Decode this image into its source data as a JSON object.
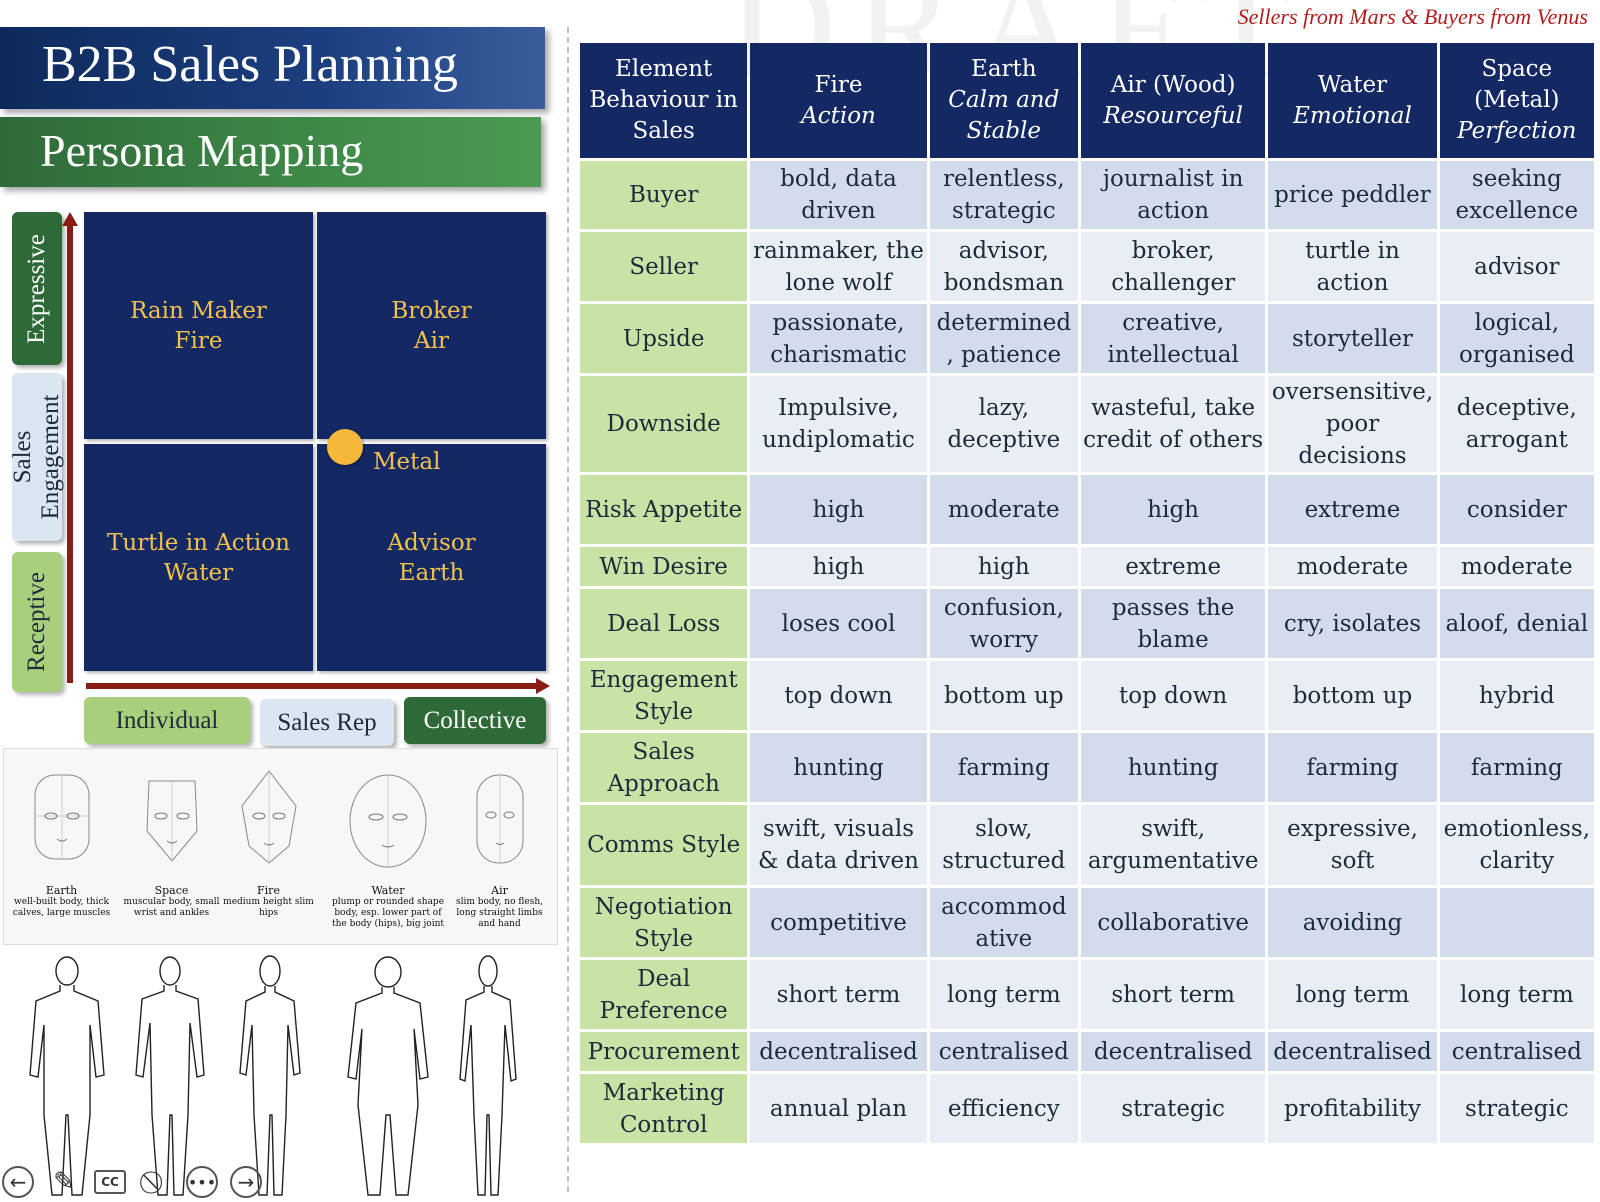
{
  "slide": {
    "title": "B2B Sales Planning",
    "subtitle": "Persona Mapping",
    "slogan": "Sellers from Mars & Buyers from Venus",
    "watermark": "DRAFT"
  },
  "matrix": {
    "vertical_labels": [
      "Expressive",
      "Sales Engagement",
      "Receptive"
    ],
    "horizontal_labels": [
      "Individual",
      "Sales Rep",
      "Collective"
    ],
    "quadrants": [
      {
        "name": "Rain Maker",
        "element": "Fire"
      },
      {
        "name": "Broker",
        "element": "Air"
      },
      {
        "name": "Turtle in Action",
        "element": "Water"
      },
      {
        "name": "Advisor",
        "element": "Earth"
      }
    ],
    "center_label": "Metal",
    "colors": {
      "quadrant": "#142864",
      "quadrant_text": "#f3c24a",
      "arrow": "#8a1c14",
      "dot": "#f6b83a"
    }
  },
  "body_types": [
    {
      "name": "Earth",
      "desc": "well-built body, thick calves, large muscles"
    },
    {
      "name": "Space",
      "desc": "muscular body, small wrist and ankles"
    },
    {
      "name": "Fire",
      "desc": "medium height slim hips"
    },
    {
      "name": "Water",
      "desc": "plump or rounded shape body, esp. lower part of the body (hips), big joint"
    },
    {
      "name": "Air",
      "desc": "slim body, no flesh, long straight limbs and hand"
    }
  ],
  "toolbar": {
    "icons": [
      "arrow-left-icon",
      "pen-icon",
      "captions-icon",
      "no-video-icon",
      "more-icon",
      "arrow-right-icon"
    ],
    "cc_label": "CC"
  },
  "table": {
    "corner_header": "Element Behaviour in Sales",
    "columns": [
      {
        "element": "Fire",
        "trait": "Action"
      },
      {
        "element": "Earth",
        "trait": "Calm and Stable"
      },
      {
        "element": "Air (Wood)",
        "trait": "Resourceful"
      },
      {
        "element": "Water",
        "trait": "Emotional"
      },
      {
        "element": "Space (Metal)",
        "trait": "Perfection"
      }
    ],
    "rows": [
      {
        "label": "Buyer",
        "cells": [
          "bold, data driven",
          "relentless, strategic",
          "journalist in action",
          "price peddler",
          "seeking excellence"
        ]
      },
      {
        "label": "Seller",
        "cells": [
          "rainmaker, the lone wolf",
          "advisor, bondsman",
          "broker, challenger",
          "turtle in action",
          "advisor"
        ]
      },
      {
        "label": "Upside",
        "cells": [
          "passionate, charismatic",
          "determined , patience",
          "creative, intellectual",
          "storyteller",
          "logical, organised"
        ]
      },
      {
        "label": "Downside",
        "cells": [
          "Impulsive, undiplomatic",
          "lazy, deceptive",
          "wasteful, take credit of others",
          "oversensitive, poor decisions",
          "deceptive, arrogant"
        ]
      },
      {
        "label": "Risk Appetite",
        "cells": [
          "high",
          "moderate",
          "high",
          "extreme",
          "consider"
        ]
      },
      {
        "label": "Win Desire",
        "cells": [
          "high",
          "high",
          "extreme",
          "moderate",
          "moderate"
        ]
      },
      {
        "label": "Deal Loss",
        "cells": [
          "loses cool",
          "confusion, worry",
          "passes the blame",
          "cry, isolates",
          "aloof, denial"
        ]
      },
      {
        "label": "Engagement Style",
        "cells": [
          "top down",
          "bottom up",
          "top down",
          "bottom up",
          "hybrid"
        ]
      },
      {
        "label": "Sales Approach",
        "cells": [
          "hunting",
          "farming",
          "hunting",
          "farming",
          "farming"
        ]
      },
      {
        "label": "Comms Style",
        "cells": [
          "swift, visuals & data driven",
          "slow, structured",
          "swift, argumentative",
          "expressive, soft",
          "emotionless, clarity"
        ]
      },
      {
        "label": "Negotiation Style",
        "cells": [
          "competitive",
          "accommod ative",
          "collaborative",
          "avoiding",
          ""
        ]
      },
      {
        "label": "Deal Preference",
        "cells": [
          "short term",
          "long term",
          "short term",
          "long term",
          "long term"
        ]
      },
      {
        "label": "Procurement",
        "cells": [
          "decentralised",
          "centralised",
          "decentralised",
          "decentralised",
          "centralised"
        ]
      },
      {
        "label": "Marketing Control",
        "cells": [
          "annual plan",
          "efficiency",
          "strategic",
          "profitability",
          "strategic"
        ]
      }
    ],
    "colors": {
      "header": "#142864",
      "row_label": "#c9e3a6",
      "cell_dark": "#d3dcea",
      "cell_light": "#e9edf4"
    }
  }
}
